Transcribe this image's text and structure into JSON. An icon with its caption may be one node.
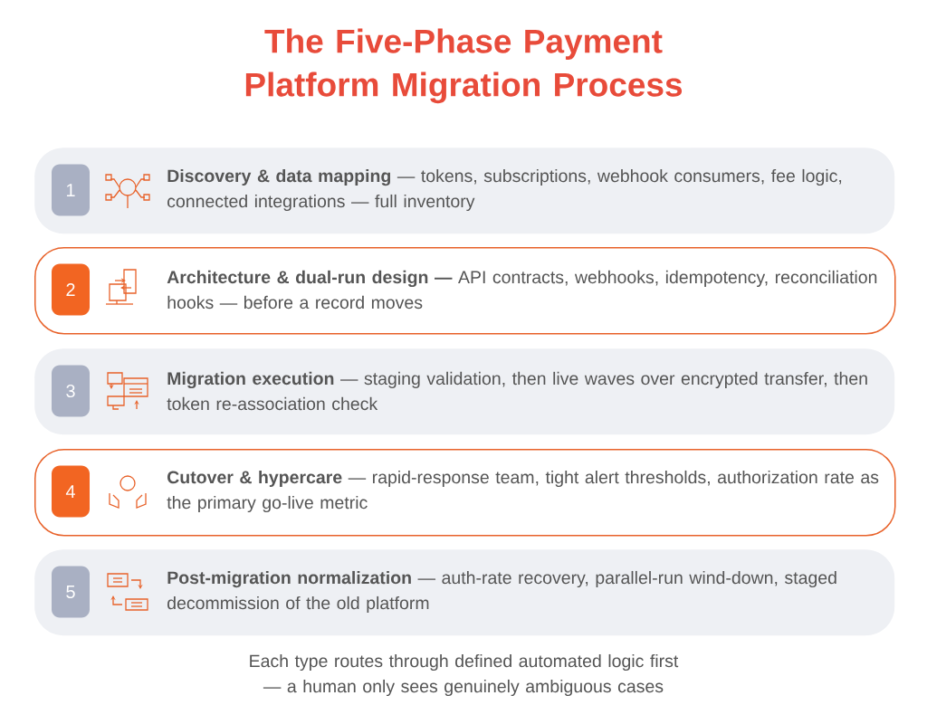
{
  "diagram": {
    "title": "The Five-Phase Payment Platform Migration Process",
    "nodes": [
      {
        "text": [
          "**Discovery & data mapping** — tokens, subscriptions, webhook consumers, fee logic, connected integrations — full inventory"
        ]
      },
      {
        "text": [
          "1"
        ],
        "in": 0
      },
      {
        "text": [
          "**Architecture & dual-run design —** API contracts, webhooks, idempotency, reconciliation hooks — before a record moves"
        ]
      },
      {
        "text": [
          "2"
        ],
        "in": 2
      },
      {
        "text": [
          "**Migration execution** — staging validation, then live waves over encrypted transfer, then token re-association check"
        ]
      },
      {
        "text": [
          "3"
        ],
        "in": 4
      },
      {
        "text": [
          "**Cutover & hypercare** — rapid-response team, tight alert thresholds, authorization rate as the primary go-live metric"
        ]
      },
      {
        "text": [
          "4"
        ],
        "in": 6
      },
      {
        "text": [
          "**Post-migration normalization** — auth-rate recovery, parallel-run wind-down, staged decommission of the old platform"
        ]
      },
      {
        "text": [
          "5"
        ],
        "in": 8
      }
    ],
    "edges": [],
    "caption": "Each type routes through defined automated logic first — a human only sees genuinely ambiguous cases"
  }
}
